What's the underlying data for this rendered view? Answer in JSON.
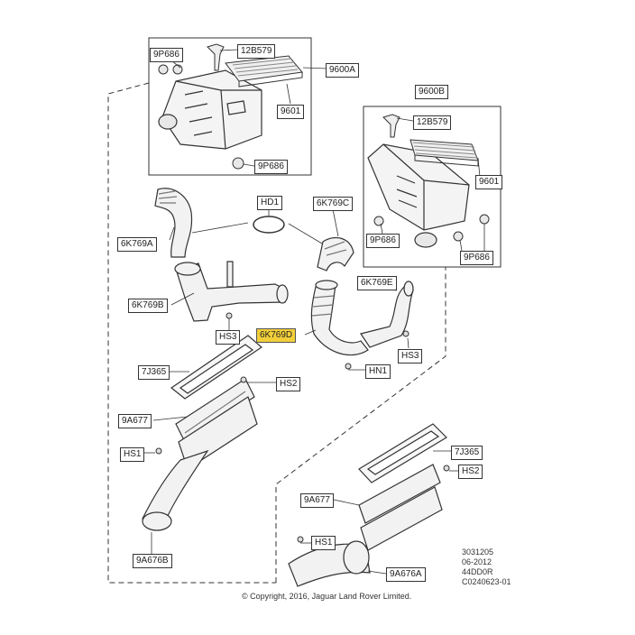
{
  "labels": {
    "9p686_a": "9P686",
    "12b579_a": "12B579",
    "9600a": "9600A",
    "9601_a": "9601",
    "9p686_b": "9P686",
    "9600b": "9600B",
    "12b579_b": "12B579",
    "9601_b": "9601",
    "9p686_c": "9P686",
    "9p686_d": "9P686",
    "hd1": "HD1",
    "6k769c": "6K769C",
    "6k769a": "6K769A",
    "6k769e": "6K769E",
    "6k769b": "6K769B",
    "6k769d": "6K769D",
    "hs3_a": "HS3",
    "hs3_b": "HS3",
    "hn1": "HN1",
    "7j365_a": "7J365",
    "hs2_a": "HS2",
    "9a677_a": "9A677",
    "hs1_a": "HS1",
    "9a676b": "9A676B",
    "7j365_b": "7J365",
    "hs2_b": "HS2",
    "9a677_b": "9A677",
    "hs1_b": "HS1",
    "9a676a": "9A676A"
  },
  "stamp": {
    "line1": "3031205",
    "line2": "06-2012",
    "line3": "44DD0R",
    "line4": "C0240623-01"
  },
  "copyright": "© Copyright, 2016, Jaguar Land Rover Limited.",
  "colors": {
    "highlight": "#f2cf3a",
    "line": "#333333"
  }
}
